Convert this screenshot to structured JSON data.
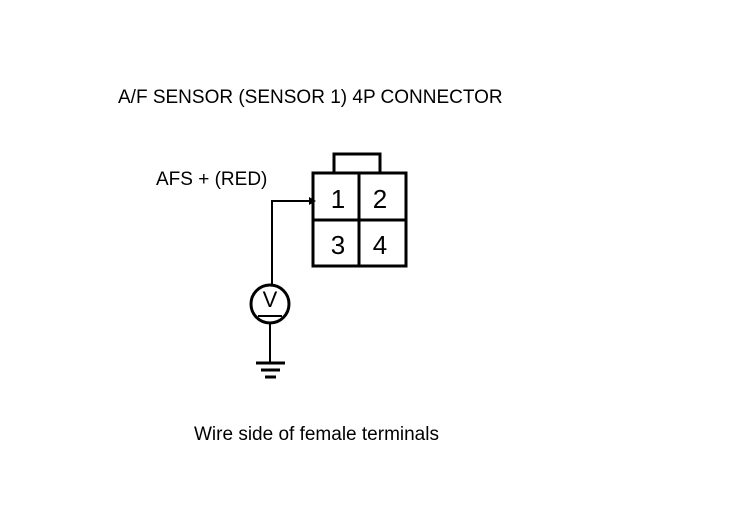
{
  "title": "A/F SENSOR (SENSOR 1) 4P CONNECTOR",
  "wire_label": "AFS + (RED)",
  "caption": "Wire side of female terminals",
  "connector": {
    "pins": [
      "1",
      "2",
      "3",
      "4"
    ]
  },
  "meter": {
    "symbol": "V"
  }
}
